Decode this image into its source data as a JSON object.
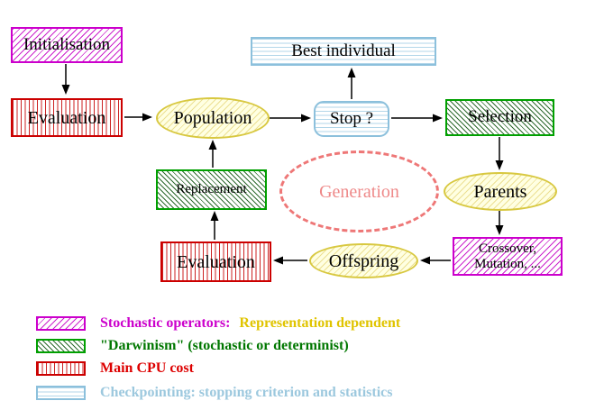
{
  "nodes": {
    "initialisation": "Initialisation",
    "evaluation_top": "Evaluation",
    "population": "Population",
    "best_individual": "Best individual",
    "stop": "Stop ?",
    "selection": "Selection",
    "parents": "Parents",
    "crossover_line1": "Crossover,",
    "crossover_line2": "Mutation, ...",
    "offspring": "Offspring",
    "evaluation_bottom": "Evaluation",
    "replacement": "Replacement",
    "generation": "Generation"
  },
  "legend": {
    "items": [
      {
        "swatch": "magenta-diagonal-hatch",
        "label": "Stochastic operators:",
        "label2": "Representation dependent",
        "label_color": "#cc00cc",
        "label2_color": "#e0c400"
      },
      {
        "swatch": "green-diagonal-hatch",
        "label": "\"Darwinism\" (stochastic or determinist)",
        "label_color": "#007700"
      },
      {
        "swatch": "red-vertical-stripes",
        "label": "Main CPU cost",
        "label_color": "#dd0000"
      },
      {
        "swatch": "cyan-horizontal-stripes",
        "label": "Checkpointing: stopping criterion and statistics",
        "label_color": "#9cc8de"
      }
    ]
  },
  "colors": {
    "magenta": "#cc00cc",
    "red": "#cc0000",
    "green_border": "#00a000",
    "green_hatch": "#2f6b2f",
    "yellow_border": "#d8c840",
    "yellow_fill": "#ffffe2",
    "cyan_border": "#8cc0dc",
    "cyan_stripe": "#b2d6e9",
    "salmon": "#ee7777",
    "arrow": "#000000"
  }
}
